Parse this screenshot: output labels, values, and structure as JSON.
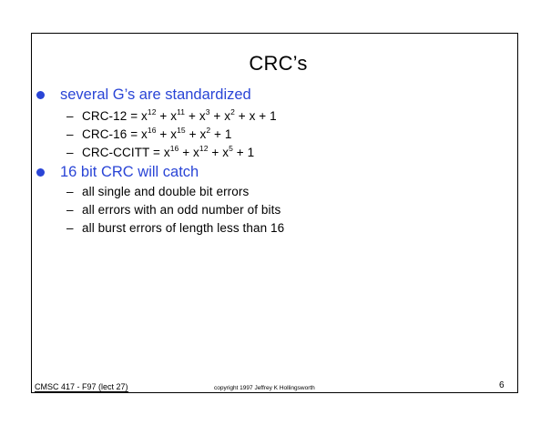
{
  "slide": {
    "title": "CRC’s",
    "bullets": [
      {
        "text": "several G’s are standardized",
        "items": [
          {
            "label": "CRC-12 = ",
            "terms": [
              {
                "base": "x",
                "exp": "12"
              },
              {
                "sep": " + "
              },
              {
                "base": "x",
                "exp": "11"
              },
              {
                "sep": " + "
              },
              {
                "base": "x",
                "exp": "3"
              },
              {
                "sep": " + "
              },
              {
                "base": "x",
                "exp": "2"
              },
              {
                "sep": " + x + 1"
              }
            ]
          },
          {
            "label": "CRC-16 = ",
            "terms": [
              {
                "base": "x",
                "exp": "16"
              },
              {
                "sep": " + "
              },
              {
                "base": "x",
                "exp": "15"
              },
              {
                "sep": " + "
              },
              {
                "base": "x",
                "exp": "2"
              },
              {
                "sep": " + 1"
              }
            ]
          },
          {
            "label": "CRC-CCITT =   ",
            "terms": [
              {
                "base": "x",
                "exp": "16"
              },
              {
                "sep": " + "
              },
              {
                "base": "x",
                "exp": "12"
              },
              {
                "sep": " + "
              },
              {
                "base": "x",
                "exp": "5"
              },
              {
                "sep": " + 1"
              }
            ]
          }
        ]
      },
      {
        "text": "16 bit CRC will catch",
        "items": [
          {
            "label": "all single and double bit errors"
          },
          {
            "label": "all errors with an odd number of bits"
          },
          {
            "label": "all burst errors of length less than 16"
          }
        ]
      }
    ],
    "footer": {
      "course": "CMSC 417 - F97  (lect 27)",
      "copyright": "copyright 1997 Jeffrey K Hollingsworth",
      "page": "6"
    },
    "colors": {
      "bullet": "#2a45d6",
      "text": "#000000"
    }
  }
}
